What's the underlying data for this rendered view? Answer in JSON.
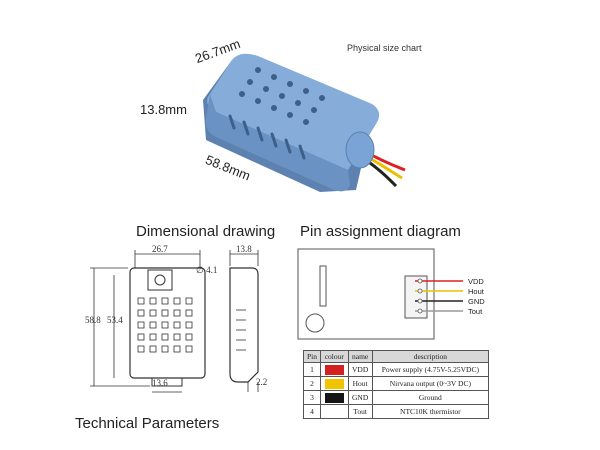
{
  "photo": {
    "caption": "Physical size chart",
    "dim_width": "26.7mm",
    "dim_height": "13.8mm",
    "dim_length": "58.8mm",
    "body_color": "#7ea6d6",
    "wire_colors": [
      "#e02020",
      "#e8c000",
      "#222222"
    ]
  },
  "dimensional": {
    "title": "Dimensional drawing",
    "top_width": "26.7",
    "hole_dia": "∅ 4.1",
    "side_width": "13.8",
    "outer_height": "58.8",
    "inner_height": "53.4",
    "bottom_width": "13.6",
    "side_offset": "2.2"
  },
  "pin_diagram": {
    "title": "Pin assignment diagram",
    "labels": [
      "VDD",
      "Hout",
      "GND",
      "Tout"
    ],
    "wire_colors": [
      "#e02020",
      "#e8c000",
      "#222222",
      "#999999"
    ]
  },
  "pin_table": {
    "headers": [
      "Pin",
      "colour",
      "name",
      "description"
    ],
    "rows": [
      {
        "pin": "1",
        "color": "#d42020",
        "name": "VDD",
        "desc": "Power supply (4.75V-5.25VDC)"
      },
      {
        "pin": "2",
        "color": "#f0c400",
        "name": "Hout",
        "desc": "Nirvana output (0~3V DC)"
      },
      {
        "pin": "3",
        "color": "#151515",
        "name": "GND",
        "desc": "Ground"
      },
      {
        "pin": "4",
        "color": "#ffffff",
        "name": "Tout",
        "desc": "NTC10K thermistor"
      }
    ]
  },
  "technical": {
    "title": "Technical Parameters"
  }
}
